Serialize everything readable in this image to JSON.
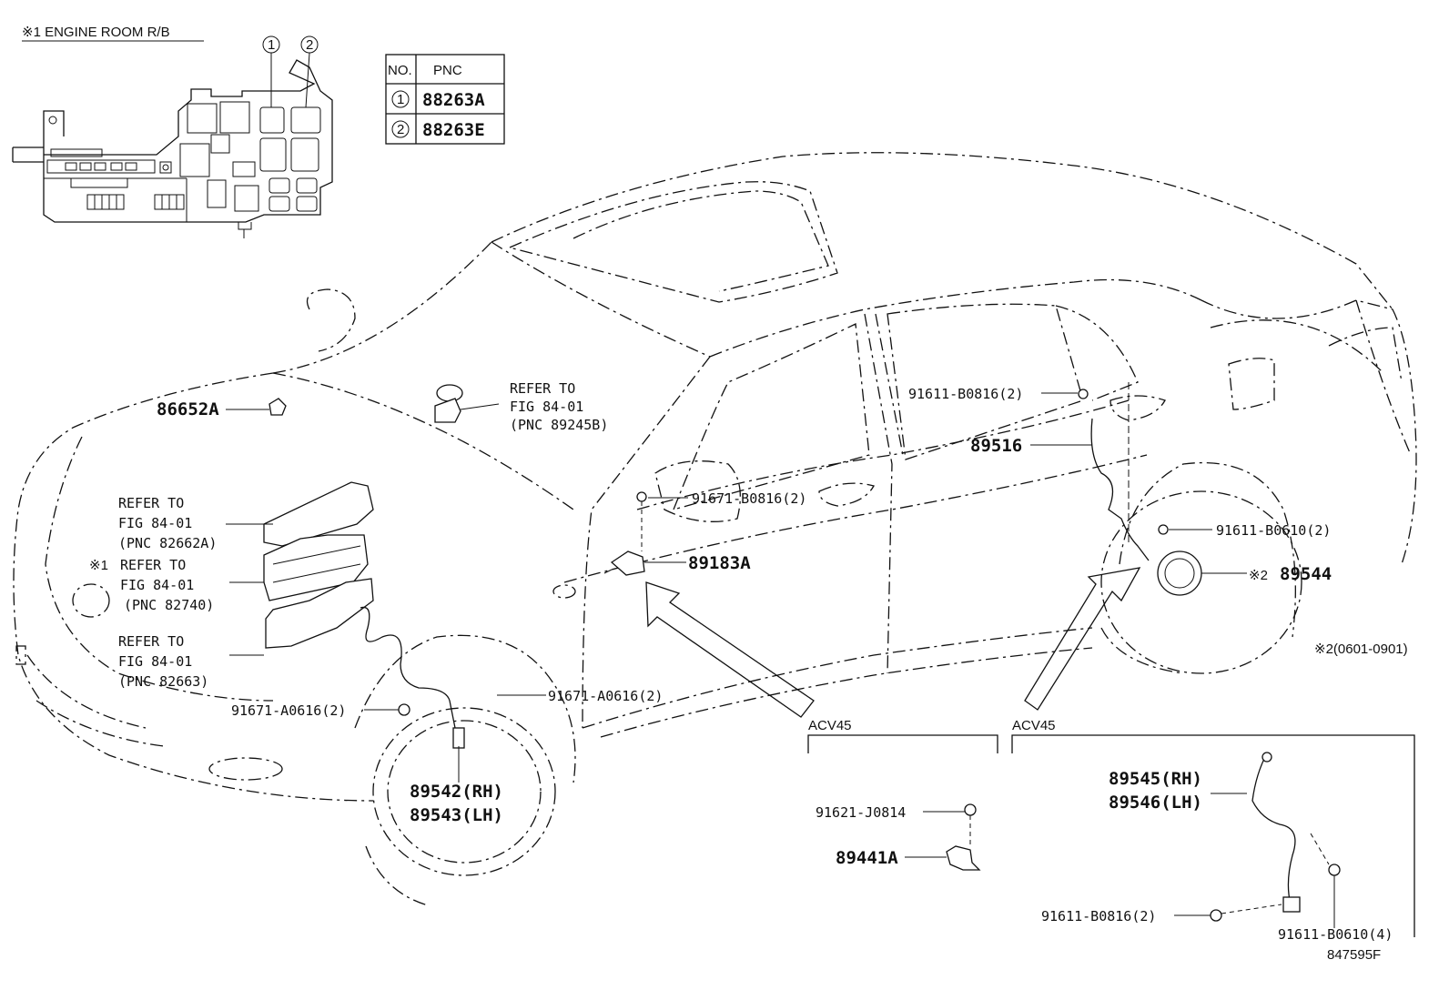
{
  "engine_room_title": "※1 ENGINE ROOM R/B",
  "circle_1": "1",
  "circle_2": "2",
  "table": {
    "header_no": "NO.",
    "header_pnc": "PNC",
    "rows": [
      {
        "no": "1",
        "pnc": "88263A"
      },
      {
        "no": "2",
        "pnc": "88263E"
      }
    ]
  },
  "labels": {
    "p86652A": "86652A",
    "refer_a": {
      "l1": "REFER TO",
      "l2": "FIG 84-01",
      "l3": "(PNC 89245B)"
    },
    "refer_b": {
      "l1": "REFER TO",
      "l2": "FIG 84-01",
      "l3": "(PNC 82662A)"
    },
    "refer_c": {
      "prefix": "※1",
      "l1": "REFER TO",
      "l2": "FIG 84-01",
      "l3": "(PNC 82740)"
    },
    "refer_d": {
      "l1": "REFER TO",
      "l2": "FIG 84-01",
      "l3": "(PNC 82663)"
    },
    "b91671_A0616_left": "91671-A0616(2)",
    "b91671_A0616_right": "91671-A0616(2)",
    "b91671_B0816": "91671-B0816(2)",
    "p89183A": "89183A",
    "p89542": "89542(RH)",
    "p89543": "89543(LH)",
    "b91611_B0816_top": "91611-B0816(2)",
    "p89516": "89516",
    "b91611_B0610_top": "91611-B0610(2)",
    "p89544_prefix": "※2",
    "p89544": "89544",
    "note2": "※2(0601-0901)",
    "acv45_left": "ACV45",
    "acv45_right": "ACV45",
    "b91621_J0814": "91621-J0814",
    "p89441A": "89441A",
    "p89545": "89545(RH)",
    "p89546": "89546(LH)",
    "b91611_B0816_bottom": "91611-B0816(2)",
    "b91611_B0610_bottom": "91611-B0610(4)",
    "figure_code": "847595F"
  }
}
